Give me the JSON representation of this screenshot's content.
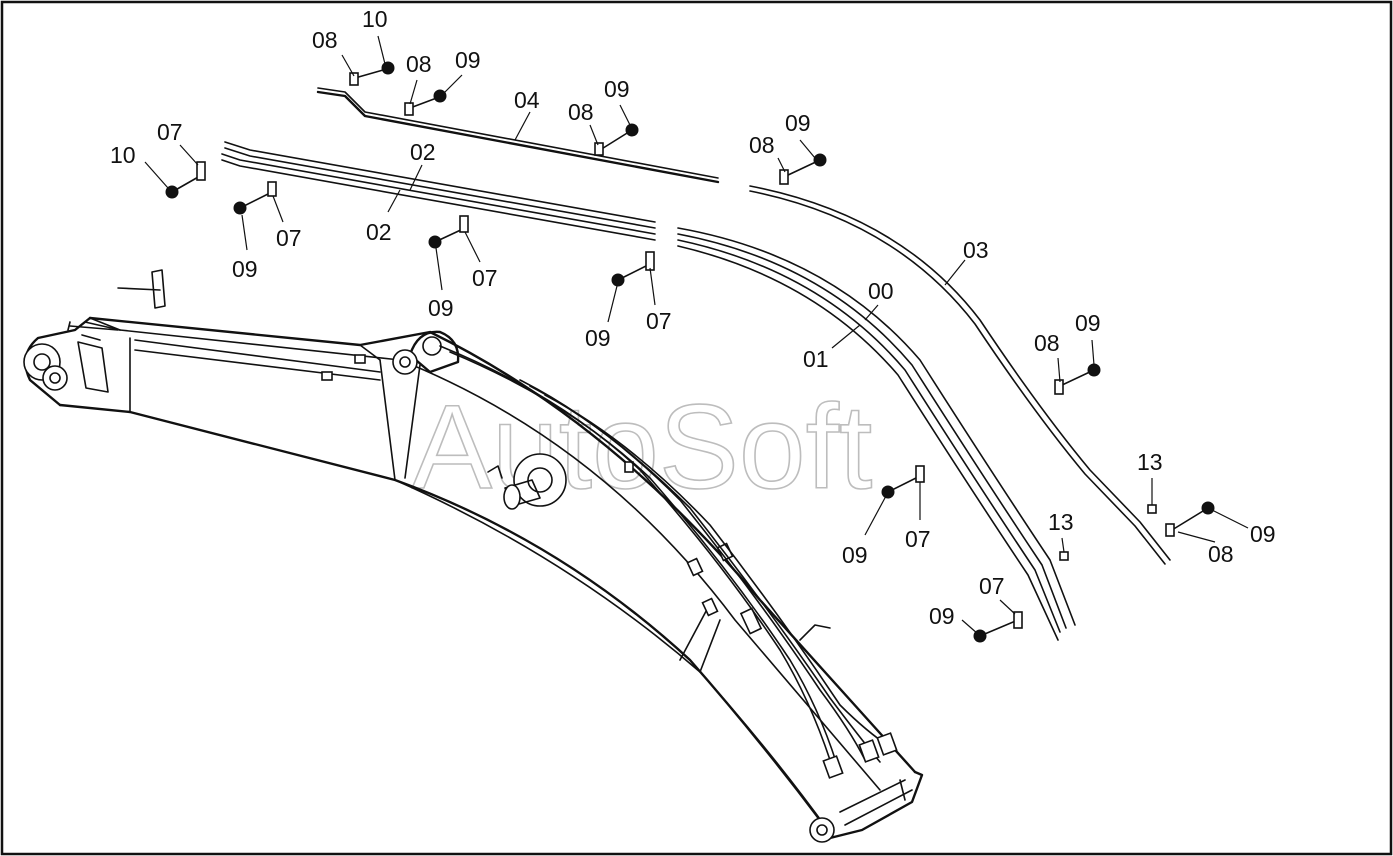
{
  "watermark": "AutoSoft",
  "callouts": [
    {
      "id": "c1",
      "text": "10"
    },
    {
      "id": "c2",
      "text": "08"
    },
    {
      "id": "c3",
      "text": "08"
    },
    {
      "id": "c4",
      "text": "09"
    },
    {
      "id": "c5",
      "text": "04"
    },
    {
      "id": "c6",
      "text": "08"
    },
    {
      "id": "c7",
      "text": "09"
    },
    {
      "id": "c8",
      "text": "07"
    },
    {
      "id": "c9",
      "text": "10"
    },
    {
      "id": "c10",
      "text": "02"
    },
    {
      "id": "c11",
      "text": "02"
    },
    {
      "id": "c12",
      "text": "07"
    },
    {
      "id": "c13",
      "text": "09"
    },
    {
      "id": "c14",
      "text": "09"
    },
    {
      "id": "c15",
      "text": "07"
    },
    {
      "id": "c16",
      "text": "08"
    },
    {
      "id": "c17",
      "text": "09"
    },
    {
      "id": "c18",
      "text": "03"
    },
    {
      "id": "c19",
      "text": "09"
    },
    {
      "id": "c20",
      "text": "07"
    },
    {
      "id": "c21",
      "text": "00"
    },
    {
      "id": "c22",
      "text": "01"
    },
    {
      "id": "c23",
      "text": "08"
    },
    {
      "id": "c24",
      "text": "09"
    },
    {
      "id": "c25",
      "text": "13"
    },
    {
      "id": "c26",
      "text": "09"
    },
    {
      "id": "c27",
      "text": "08"
    },
    {
      "id": "c28",
      "text": "09"
    },
    {
      "id": "c29",
      "text": "07"
    },
    {
      "id": "c30",
      "text": "13"
    },
    {
      "id": "c31",
      "text": "07"
    },
    {
      "id": "c32",
      "text": "09"
    }
  ]
}
